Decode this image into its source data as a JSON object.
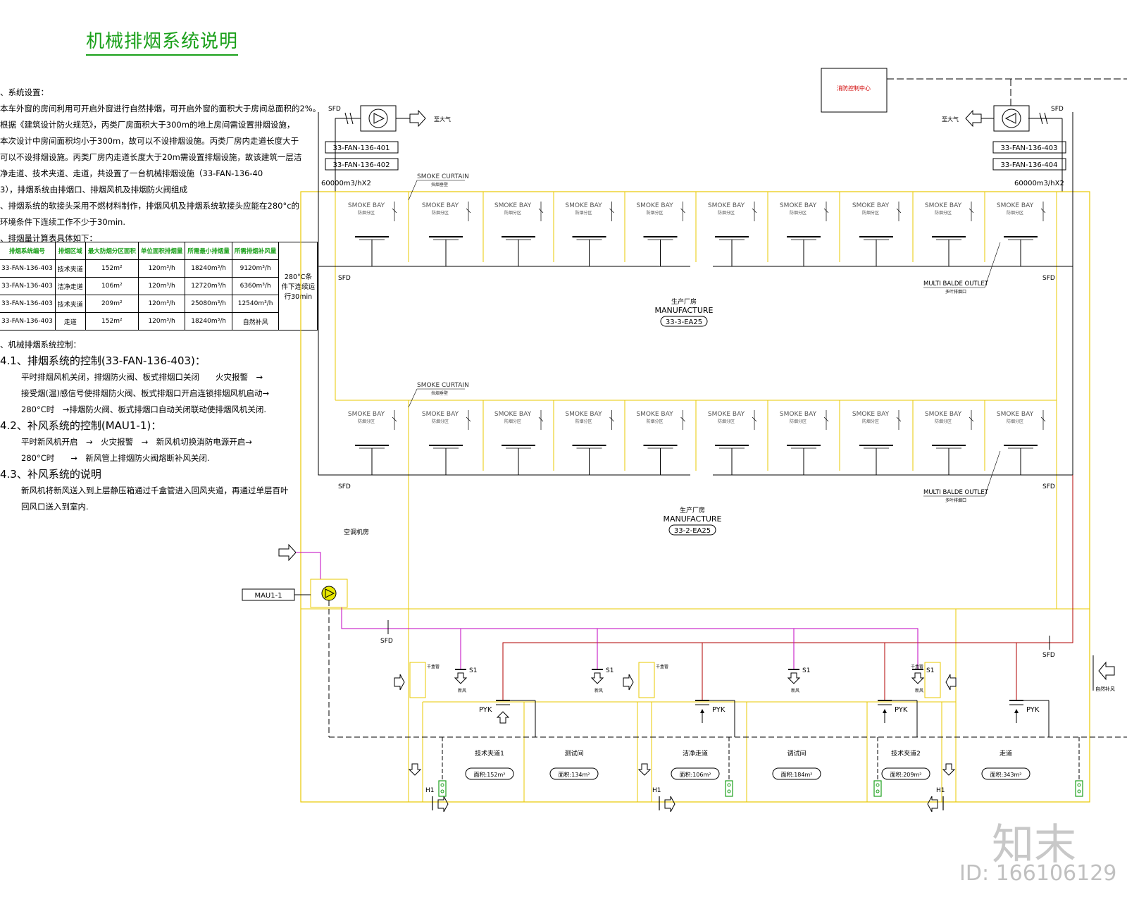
{
  "title": "机械排烟系统说明",
  "notes": [
    "、系统设置：",
    "本车外窗的房间利用可开启外窗进行自然排烟，可开启外窗的面积大于房间总面积的2%。",
    "根据《建筑设计防火规范》，丙类厂房面积大于300m的地上房间需设置排烟设施，",
    "本次设计中房间面积均小于300m，故可以不设排烟设施。丙类厂房内走道长度大于",
    "可以不设排烟设施。丙类厂房内走道长度大于20m需设置排烟设施，故该建筑一层洁",
    "净走道、技术夹道、走道，共设置了一台机械排烟设施（33-FAN-136-40",
    "3），排烟系统由排烟口、排烟风机及排烟防火阀组成",
    "、排烟系统的软接头采用不燃材料制作，排烟风机及排烟系统软接头应能在280°c的",
    "环境条件下连续工作不少于30min.",
    "、排烟量计算表具体如下："
  ],
  "calc_table": {
    "headers": [
      "排烟系统编号",
      "排烟区域",
      "最大防烟分区面积",
      "单位面积排烟量",
      "所需最小排烟量",
      "所需排烟补风量"
    ],
    "rows": [
      [
        "33-FAN-136-403",
        "技术夹道",
        "152m²",
        "120m³/h",
        "18240m³/h",
        "9120m³/h"
      ],
      [
        "33-FAN-136-403",
        "洁净走道",
        "106m²",
        "120m³/h",
        "12720m³/h",
        "6360m³/h"
      ],
      [
        "33-FAN-136-403",
        "技术夹道",
        "209m²",
        "120m³/h",
        "25080m³/h",
        "12540m³/h"
      ],
      [
        "33-FAN-136-403",
        "走道",
        "152m²",
        "120m³/h",
        "18240m³/h",
        "自然补风"
      ]
    ],
    "note": "280°C条件下连续运行30min"
  },
  "controls": {
    "heading": "、机械排烟系统控制：",
    "s1_title": "4.1、排烟系统的控制(33-FAN-136-403)：",
    "s1_l1": "平时排烟风机关闭，排烟防火阀、板式排烟口关闭　　火灾报警　→",
    "s1_l2": "接受烟(温)感信号使排烟防火阀、板式排烟口开启连锁排烟风机启动→",
    "s1_l3": "280°C时　→排烟防火阀、板式排烟口自动关闭联动使排烟风机关闭.",
    "s2_title": "4.2、补风系统的控制(MAU1-1)：",
    "s2_l1": "平时新风机开启　→　火灾报警　→　新风机切换消防电源开启→",
    "s2_l2": "280°C时　　→　新风管上排烟防火阀熔断补风关闭.",
    "s3_title": "4.3、补风系统的说明",
    "s3_l1": "新风机将新风送入到上层静压箱通过千盒管进入回风夹道，再通过单层百叶",
    "s3_l2": "回风口送入到室内."
  },
  "diagram": {
    "control_center": "消防控制中心",
    "sfd": "SFD",
    "outdoor": "至大气",
    "fan_left_tags": [
      "33-FAN-136-401",
      "33-FAN-136-402"
    ],
    "fan_right_tags": [
      "33-FAN-136-403",
      "33-FAN-136-404"
    ],
    "airflow": "60000m3/hX2",
    "smoke_curtain": "SMOKE CURTAIN",
    "smoke_curtain_cn": "挡烟垂壁",
    "smoke_bay": "SMOKE BAY",
    "smoke_bay_cn": "防烟分区",
    "mbo": "MULTI BALDE OUTLET",
    "mbo_cn": "多叶排烟口",
    "floor3_cn": "生产厂房",
    "floor3_en": "MANUFACTURE",
    "floor3_code": "33-3-EA25",
    "floor2_cn": "生产厂房",
    "floor2_en": "MANUFACTURE",
    "floor2_code": "33-2-EA25",
    "ahu_room": "空调机房",
    "mau": "MAU1-1",
    "pyk": "PYK",
    "s1": "S1",
    "h1": "H1",
    "newair": "新风",
    "qianhe": "千盒管",
    "natural_make": "自然补风",
    "rooms": [
      {
        "name": "技术夹道1",
        "area": "面积:152m²"
      },
      {
        "name": "测试间",
        "area": "面积:134m²"
      },
      {
        "name": "洁净走道",
        "area": "面积:106m²"
      },
      {
        "name": "调试间",
        "area": "面积:184m²"
      },
      {
        "name": "技术夹道2",
        "area": "面积:209m²"
      },
      {
        "name": "走道",
        "area": "面积:343m²"
      }
    ]
  },
  "watermark": {
    "logo": "知末",
    "id": "ID: 166106129"
  }
}
